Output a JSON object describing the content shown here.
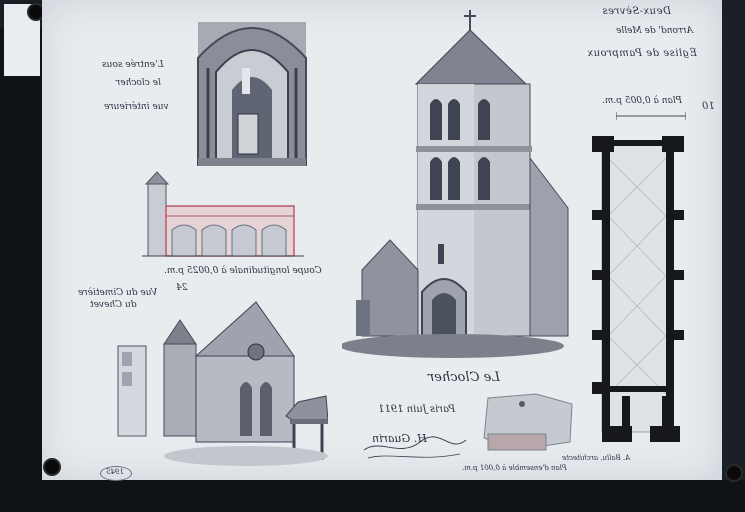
{
  "header": {
    "line1": "Deux-Sèvres",
    "line2": "Arrond' de Melle",
    "line3": "Église de Pamproux"
  },
  "plan_scale": "Plan à 0,005 p.m.",
  "sheet_number": "10",
  "entrance_caption": {
    "line1": "L'entrée sous",
    "line2": "le clocher",
    "line3": "vue intérieure"
  },
  "section_caption": "Coupe longitudinale à 0,0025 p.m.",
  "section_number": "24",
  "chevet_caption": {
    "line1": "Vue du Cimetière",
    "line2": "du Chevet"
  },
  "tower_caption": "Le Clocher",
  "place_date": "Paris Juin 1911",
  "signature": "H. Guarin",
  "credit": {
    "line1": "A. Ballu, architecte",
    "line2": "Plan d'ensemble à 0,001 p.m."
  },
  "stamp": "1945"
}
